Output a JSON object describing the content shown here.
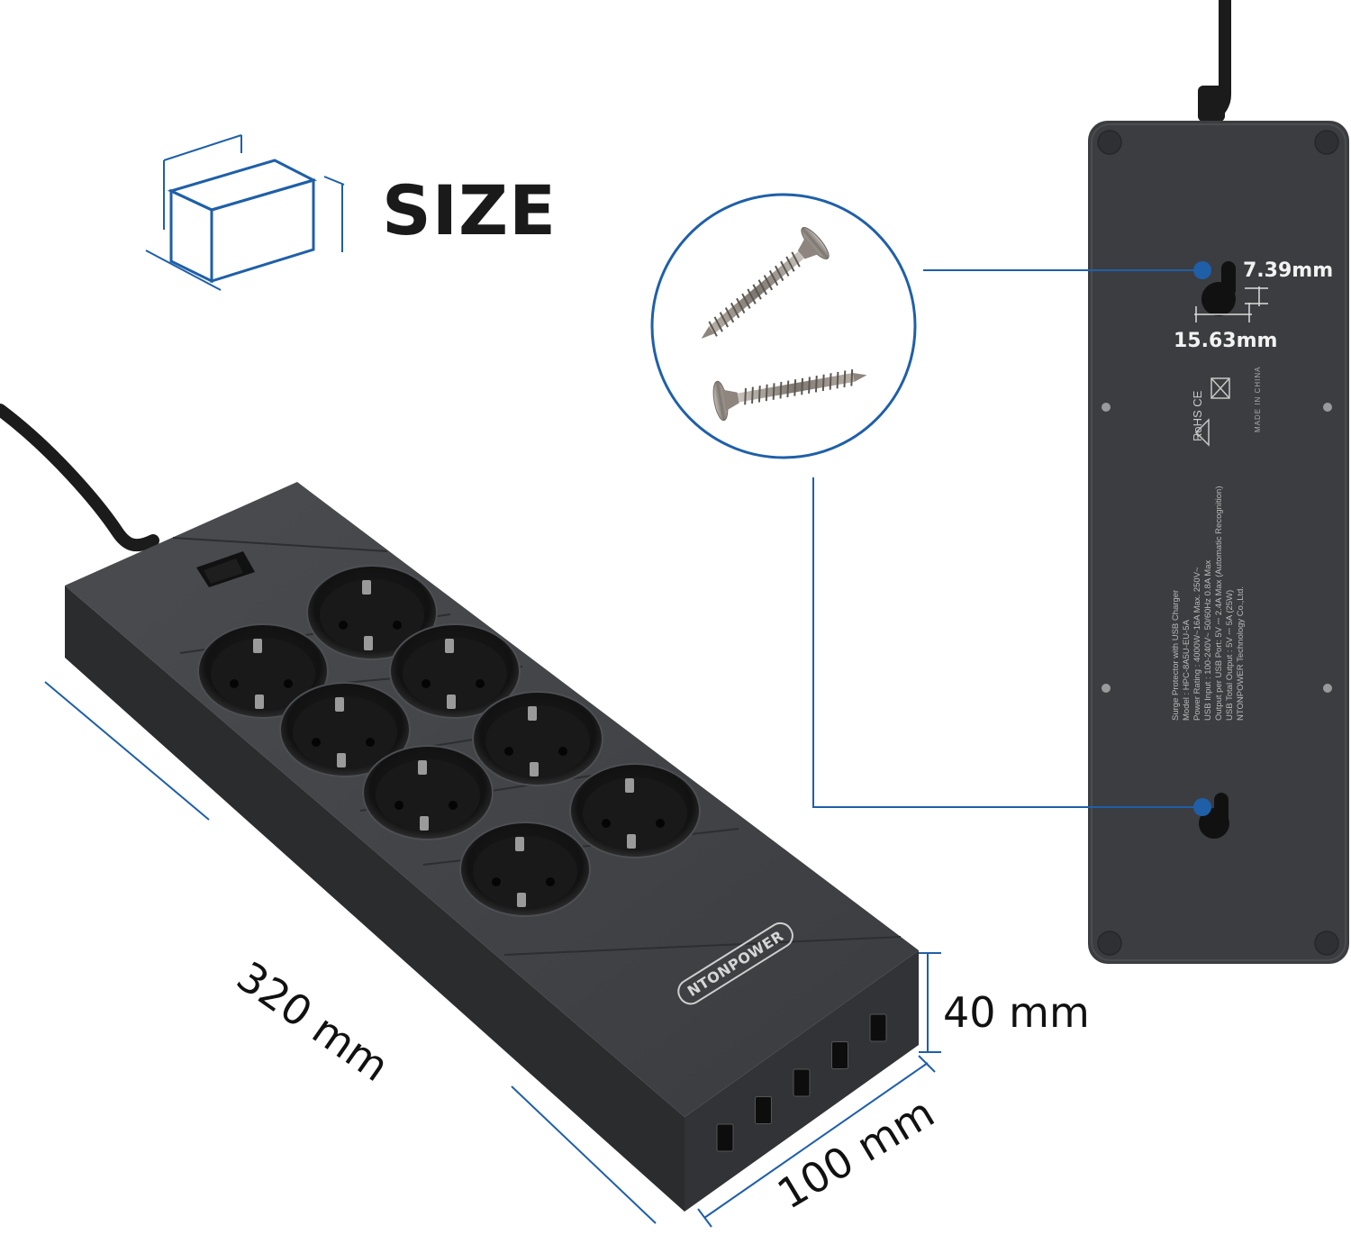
{
  "heading": {
    "title": "SIZE",
    "icon": "cube-dimensions-icon"
  },
  "dimensions": {
    "length": "320 mm",
    "width": "100 mm",
    "height": "40 mm"
  },
  "keyhole": {
    "height_label": "7.39mm",
    "width_label": "15.63mm"
  },
  "product": {
    "brand": "NTONPOWER",
    "sockets": 8,
    "usb_ports": 5
  },
  "back_label": {
    "lines": [
      "Surge Protector with USB Charger",
      "Model : HPC-8A5U-EU-5A",
      "Power Rating : 4000W~16A Max. 250V~",
      "USB Input : 100-240V~ 50/60Hz 0.8A Max",
      "Output per USB Port: 5V ⎓ 2.4A Max (Automatic Recognition)",
      "USB Total Output : 5V ⎓ 5A (25W)",
      "NTONPOWER Technology Co.,Ltd."
    ],
    "certifications": "RoHS CE",
    "origin": "MADE IN CHINA"
  },
  "colors": {
    "accent": "#1f5fa8",
    "body": "#3b3d40",
    "body_dark": "#2a2b2d"
  }
}
